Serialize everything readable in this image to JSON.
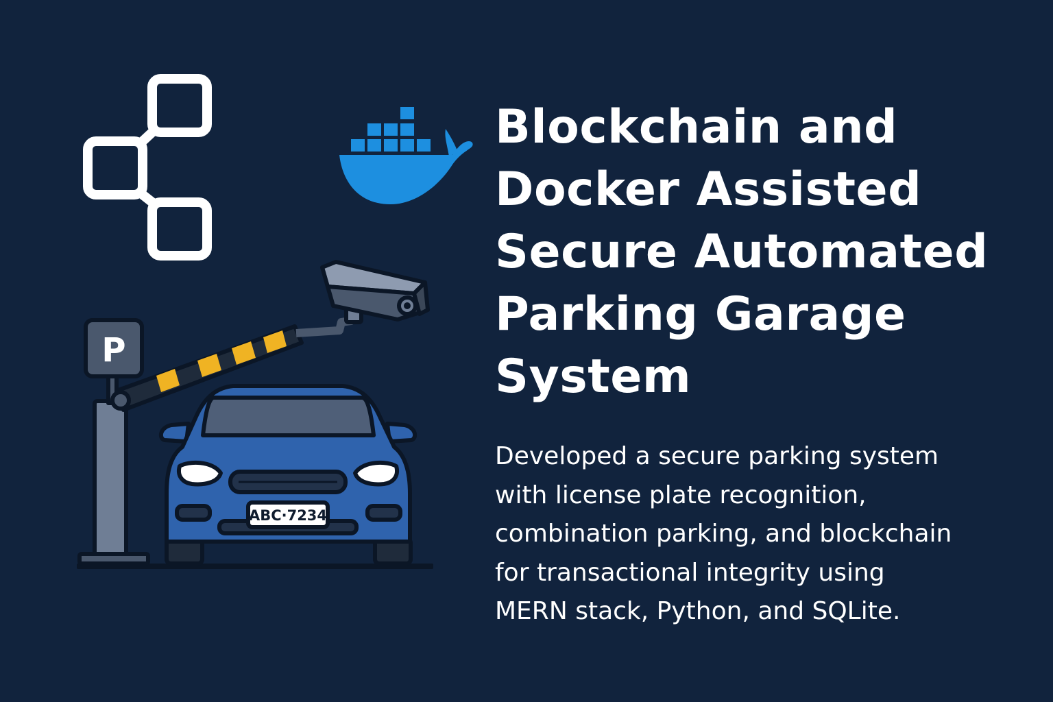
{
  "title_lines": [
    "Blockchain and",
    "Docker Assisted",
    "Secure Automated",
    "Parking Garage",
    "System"
  ],
  "description_lines": [
    "Developed a secure parking system",
    "with license plate recognition,",
    "combination parking, and blockchain",
    "for transactional integrity using",
    "MERN stack, Python, and SQLite."
  ],
  "license_plate": "ABC·7234",
  "parking_sign": "P",
  "colors": {
    "background": "#11233d",
    "docker_blue": "#1d8fe0",
    "car_blue": "#2f63ad",
    "barrier_stripe": "#f0b323",
    "text": "#ffffff"
  },
  "icons": [
    "blockchain-icon",
    "docker-whale-icon",
    "security-camera-icon",
    "parking-sign-icon",
    "car-icon",
    "barrier-gate-icon"
  ]
}
